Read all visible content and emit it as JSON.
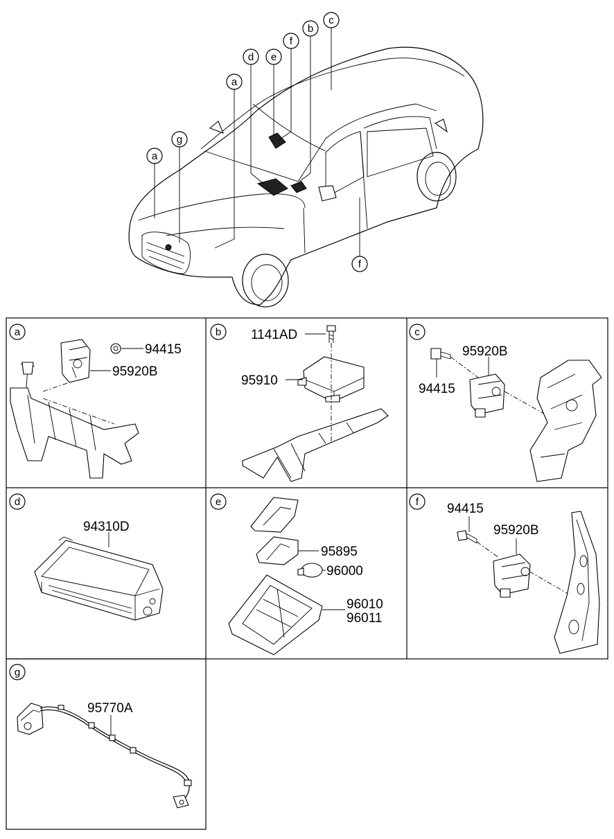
{
  "overview": {
    "callouts": [
      "a",
      "g",
      "a",
      "d",
      "e",
      "f",
      "b",
      "c",
      "f"
    ]
  },
  "panels": [
    {
      "id": "a",
      "labels": [
        "94415",
        "95920B"
      ]
    },
    {
      "id": "b",
      "labels": [
        "1141AD",
        "95910"
      ]
    },
    {
      "id": "c",
      "labels": [
        "95920B",
        "94415"
      ]
    },
    {
      "id": "d",
      "labels": [
        "94310D"
      ]
    },
    {
      "id": "e",
      "labels": [
        "95895",
        "96000",
        "96010",
        "96011"
      ]
    },
    {
      "id": "f",
      "labels": [
        "94415",
        "95920B"
      ]
    },
    {
      "id": "g",
      "labels": [
        "95770A"
      ]
    }
  ]
}
